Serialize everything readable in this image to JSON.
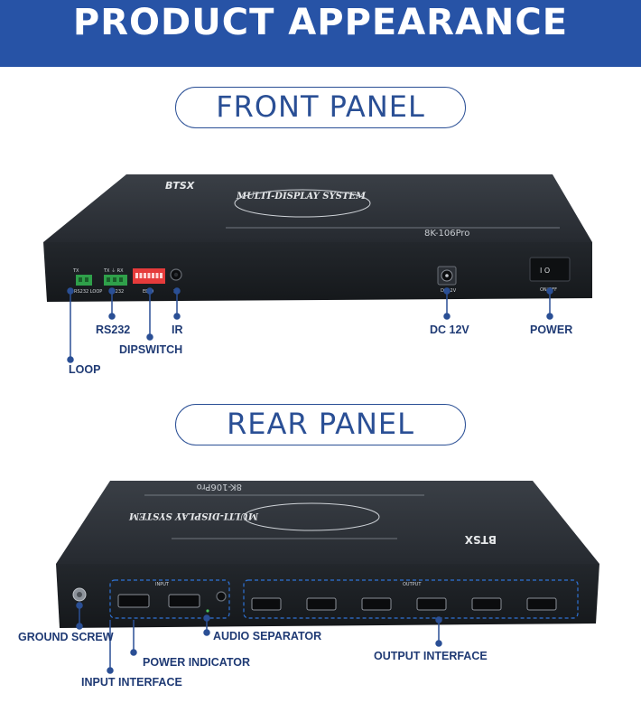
{
  "banner": {
    "title": "PRODUCT  APPEARANCE"
  },
  "sections": {
    "front": "FRONT PANEL",
    "rear": "REAR PANEL"
  },
  "device": {
    "brand": "BTSX",
    "model": "8K-106Pro",
    "logo_text": "MULTI-DISPLAY SYSTEM",
    "front_port_labels": {
      "tx": "TX",
      "rx": "RX",
      "rs232_loop": "RS232  LOOP",
      "rs232": "RS232",
      "edid": "EDID",
      "ir": "IR",
      "dc": "DC12V",
      "power": "ON/OFF"
    },
    "rear_group_labels": {
      "input": "INPUT",
      "output": "OUTPUT"
    }
  },
  "callouts": {
    "front": {
      "loop": "LOOP",
      "rs232": "RS232",
      "dipswitch": "DIPSWITCH",
      "ir": "IR",
      "dc12v": "DC 12V",
      "power": "POWER"
    },
    "rear": {
      "ground_screw": "GROUND SCREW",
      "input_interface": "INPUT INTERFACE",
      "power_indicator": "POWER INDICATOR",
      "audio_separator": "AUDIO SEPARATOR",
      "output_interface": "OUTPUT INTERFACE"
    }
  },
  "colors": {
    "banner": "#2753a6",
    "accent": "#2a4f95",
    "label": "#1f3a74",
    "device_body": "#202429",
    "terminal_green": "#2fa04a",
    "dip_red": "#e53b3b"
  }
}
